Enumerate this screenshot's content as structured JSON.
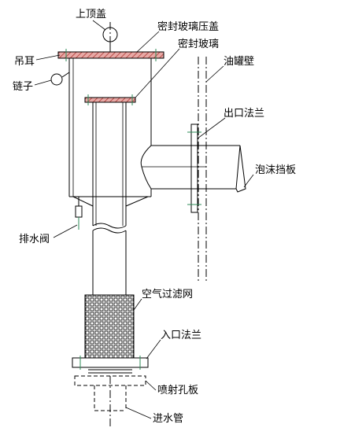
{
  "labels": {
    "top_cover": "上顶盖",
    "seal_glass_cover": "密封玻璃压盖",
    "seal_glass": "密封玻璃",
    "lifting_lug": "吊耳",
    "tank_wall": "油罐壁",
    "chain": "链子",
    "outlet_flange": "出口法兰",
    "foam_baffle": "泡沫挡板",
    "drain_valve": "排水阀",
    "air_filter": "空气过滤网",
    "inlet_flange": "入口法兰",
    "orifice_plate": "喷射孔板",
    "inlet_pipe": "进水管"
  },
  "colors": {
    "hatch": "#c0504d",
    "line": "#000000",
    "accent": "#2e8b57"
  }
}
